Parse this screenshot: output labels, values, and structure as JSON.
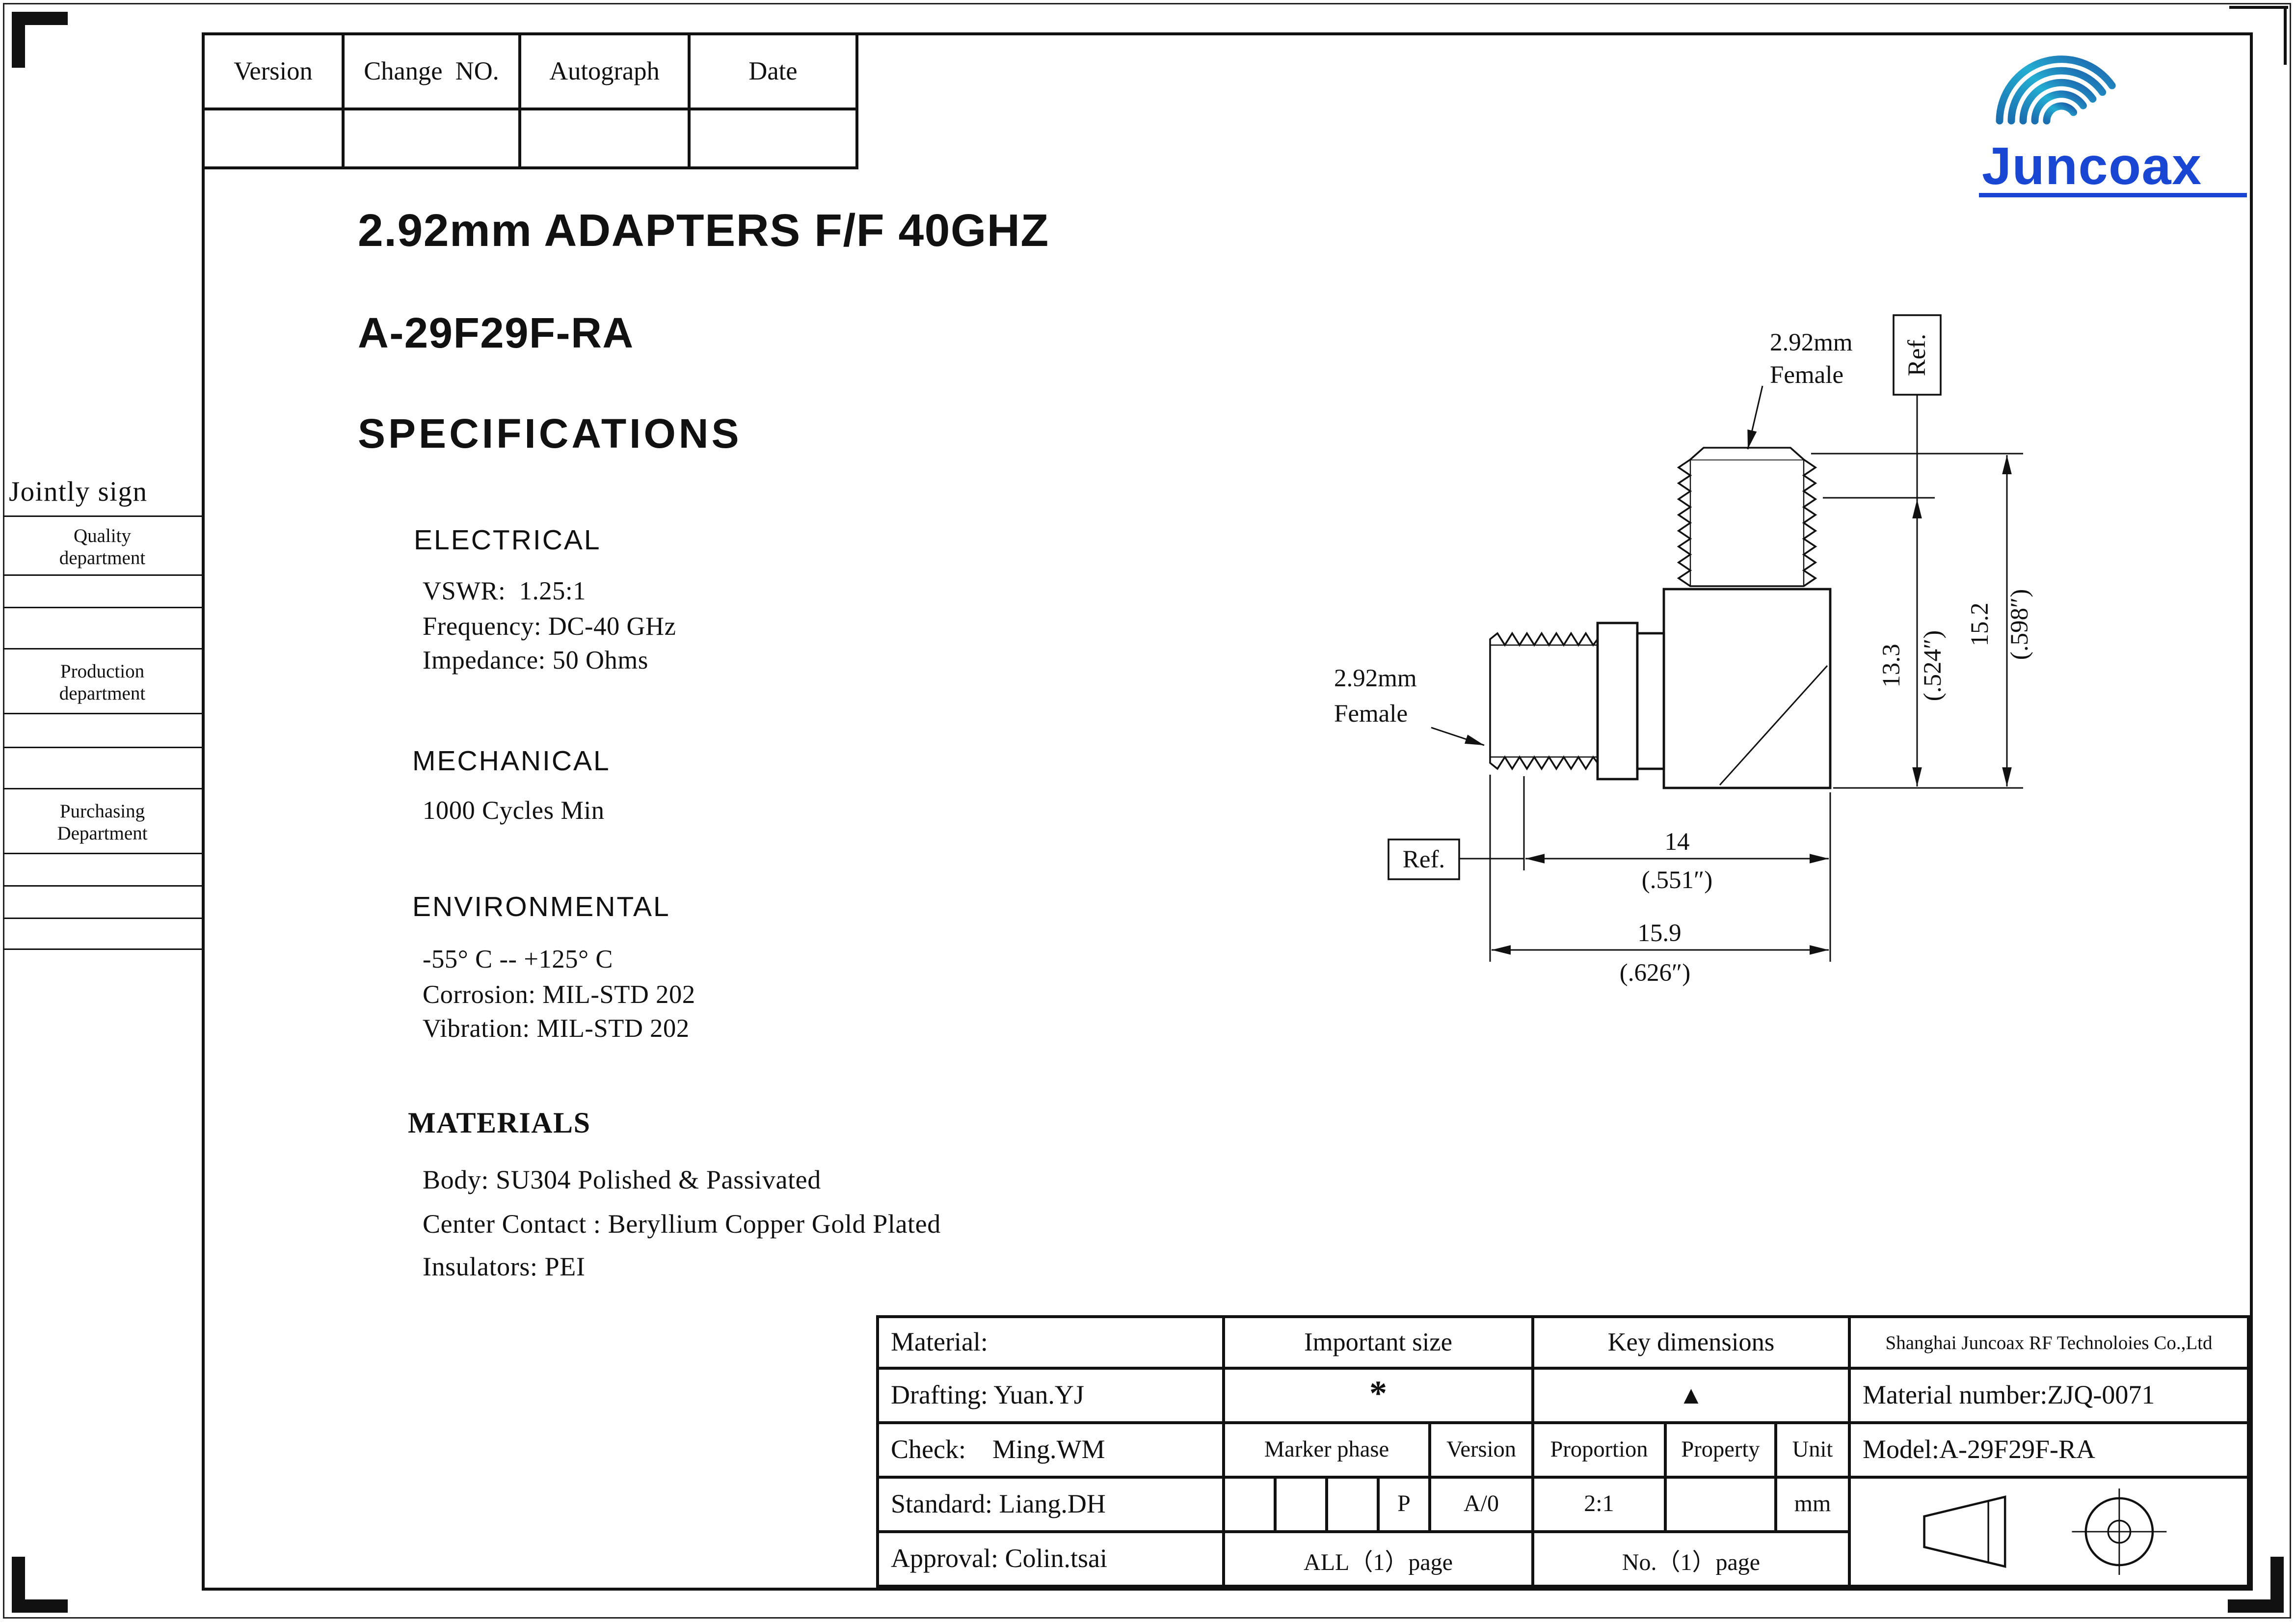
{
  "page": {
    "title": "2.92mm ADAPTERS F/F 40GHZ",
    "model": "A-29F29F-RA",
    "section_title": "SPECIFICATIONS"
  },
  "revision_table": {
    "headers": [
      "Version",
      "Change  NO.",
      "Autograph",
      "Date"
    ]
  },
  "logo": {
    "text": "Juncoax"
  },
  "jointly_sign": {
    "title": "Jointly sign",
    "rows": [
      "Quality department",
      "",
      "",
      "Production department",
      "",
      "",
      "Purchasing Department",
      "",
      "",
      ""
    ]
  },
  "specs": {
    "electrical": {
      "heading": "ELECTRICAL",
      "lines": [
        "VSWR:  1.25:1",
        "Frequency: DC-40 GHz",
        "Impedance: 50 Ohms"
      ]
    },
    "mechanical": {
      "heading": "MECHANICAL",
      "lines": [
        "1000 Cycles Min"
      ]
    },
    "environmental": {
      "heading": "ENVIRONMENTAL",
      "lines": [
        "-55° C -- +125° C",
        "Corrosion: MIL-STD 202",
        "Vibration: MIL-STD 202"
      ]
    },
    "materials": {
      "heading": "MATERIALS",
      "lines": [
        "Body: SU304 Polished & Passivated",
        "Center Contact : Beryllium Copper Gold Plated",
        "Insulators: PEI"
      ]
    }
  },
  "drawing": {
    "top_female_line1": "2.92mm",
    "top_female_line2": "Female",
    "left_female_line1": "2.92mm",
    "left_female_line2": "Female",
    "ref_top": "Ref.",
    "ref_bottom": "Ref.",
    "dim_h1": "13.3",
    "dim_h1_in": "(.524″)",
    "dim_h2": "15.2",
    "dim_h2_in": "(.598″)",
    "dim_w1": "14",
    "dim_w1_in": "(.551″)",
    "dim_w2": "15.9",
    "dim_w2_in": "(.626″)"
  },
  "title_block": {
    "material_label": "Material:",
    "drafting": "Drafting: Yuan.YJ",
    "check": "Check:    Ming.WM",
    "standard": "Standard: Liang.DH",
    "approval": "Approval: Colin.tsai",
    "important_size": "Important size",
    "star": "*",
    "marker_phase": "Marker phase",
    "version_label": "Version",
    "p_flag": "P",
    "version_value": "A/0",
    "all_page": "ALL（1）page",
    "key_dimensions": "Key dimensions",
    "triangle": "▲",
    "proportion_label": "Proportion",
    "proportion_value": "2:1",
    "property_label": "Property",
    "unit_label": "Unit",
    "unit_value": "mm",
    "no_page": "No.（1）page",
    "company": "Shanghai Juncoax RF Technoloies Co.,Ltd",
    "material_number": "Material number:ZJQ-0071",
    "model": "Model:A-29F29F-RA"
  }
}
